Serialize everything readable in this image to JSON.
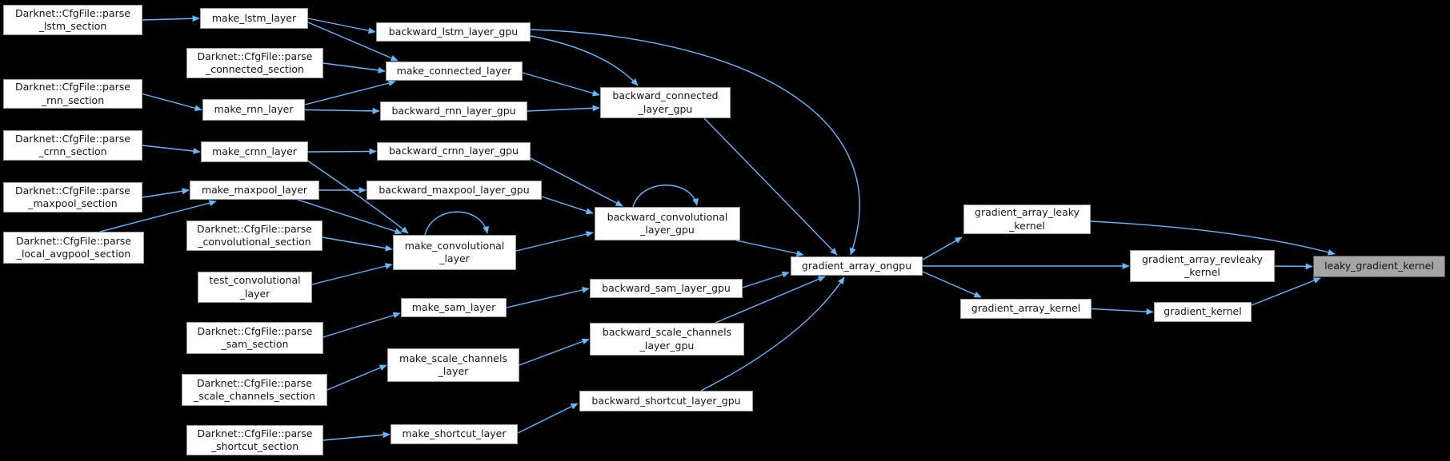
{
  "diagram": {
    "type": "call-graph",
    "target_function": "leaky_gradient_kernel",
    "colors": {
      "background": "#000000",
      "arrow": "#63b8ff",
      "node_fill": "#ffffff",
      "node_border": "#9c9c9c",
      "highlight_fill": "#a5a5a5",
      "highlight_border": "#565656",
      "text": "#151515"
    },
    "nodes": [
      {
        "id": "parse_lstm_section",
        "label": "Darknet::CfgFile::parse\n_lstm_section",
        "highlight": false
      },
      {
        "id": "parse_rnn_section",
        "label": "Darknet::CfgFile::parse\n_rnn_section",
        "highlight": false
      },
      {
        "id": "parse_crnn_section",
        "label": "Darknet::CfgFile::parse\n_crnn_section",
        "highlight": false
      },
      {
        "id": "parse_maxpool_section",
        "label": "Darknet::CfgFile::parse\n_maxpool_section",
        "highlight": false
      },
      {
        "id": "parse_local_avgpool_section",
        "label": "Darknet::CfgFile::parse\n_local_avgpool_section",
        "highlight": false
      },
      {
        "id": "make_lstm_layer",
        "label": "make_lstm_layer",
        "highlight": false
      },
      {
        "id": "parse_connected_section",
        "label": "Darknet::CfgFile::parse\n_connected_section",
        "highlight": false
      },
      {
        "id": "make_rnn_layer",
        "label": "make_rnn_layer",
        "highlight": false
      },
      {
        "id": "make_crnn_layer",
        "label": "make_crnn_layer",
        "highlight": false
      },
      {
        "id": "make_maxpool_layer",
        "label": "make_maxpool_layer",
        "highlight": false
      },
      {
        "id": "parse_convolutional_section",
        "label": "Darknet::CfgFile::parse\n_convolutional_section",
        "highlight": false
      },
      {
        "id": "test_convolutional_layer",
        "label": "test_convolutional\n_layer",
        "highlight": false
      },
      {
        "id": "parse_sam_section",
        "label": "Darknet::CfgFile::parse\n_sam_section",
        "highlight": false
      },
      {
        "id": "parse_scale_channels_section",
        "label": "Darknet::CfgFile::parse\n_scale_channels_section",
        "highlight": false
      },
      {
        "id": "parse_shortcut_section",
        "label": "Darknet::CfgFile::parse\n_shortcut_section",
        "highlight": false
      },
      {
        "id": "backward_lstm_layer_gpu",
        "label": "backward_lstm_layer_gpu",
        "highlight": false
      },
      {
        "id": "make_connected_layer",
        "label": "make_connected_layer",
        "highlight": false
      },
      {
        "id": "backward_rnn_layer_gpu",
        "label": "backward_rnn_layer_gpu",
        "highlight": false
      },
      {
        "id": "backward_crnn_layer_gpu",
        "label": "backward_crnn_layer_gpu",
        "highlight": false
      },
      {
        "id": "backward_maxpool_layer_gpu",
        "label": "backward_maxpool_layer_gpu",
        "highlight": false
      },
      {
        "id": "make_convolutional_layer",
        "label": "make_convolutional\n_layer",
        "highlight": false
      },
      {
        "id": "make_sam_layer",
        "label": "make_sam_layer",
        "highlight": false
      },
      {
        "id": "make_scale_channels_layer",
        "label": "make_scale_channels\n_layer",
        "highlight": false
      },
      {
        "id": "make_shortcut_layer",
        "label": "make_shortcut_layer",
        "highlight": false
      },
      {
        "id": "backward_connected_layer_gpu",
        "label": "backward_connected\n_layer_gpu",
        "highlight": false
      },
      {
        "id": "backward_convolutional_layer_gpu",
        "label": "backward_convolutional\n_layer_gpu",
        "highlight": false
      },
      {
        "id": "backward_sam_layer_gpu",
        "label": "backward_sam_layer_gpu",
        "highlight": false
      },
      {
        "id": "backward_scale_channels_layer_gpu",
        "label": "backward_scale_channels\n_layer_gpu",
        "highlight": false
      },
      {
        "id": "backward_shortcut_layer_gpu",
        "label": "backward_shortcut_layer_gpu",
        "highlight": false
      },
      {
        "id": "gradient_array_ongpu",
        "label": "gradient_array_ongpu",
        "highlight": false
      },
      {
        "id": "gradient_array_leaky_kernel",
        "label": "gradient_array_leaky\n_kernel",
        "highlight": false
      },
      {
        "id": "gradient_array_kernel",
        "label": "gradient_array_kernel",
        "highlight": false
      },
      {
        "id": "gradient_array_revleaky_kernel",
        "label": "gradient_array_revleaky\n_kernel",
        "highlight": false
      },
      {
        "id": "gradient_kernel",
        "label": "gradient_kernel",
        "highlight": false
      },
      {
        "id": "leaky_gradient_kernel",
        "label": "leaky_gradient_kernel",
        "highlight": true
      }
    ],
    "edges": [
      {
        "from": "parse_lstm_section",
        "to": "make_lstm_layer"
      },
      {
        "from": "parse_rnn_section",
        "to": "make_rnn_layer"
      },
      {
        "from": "parse_crnn_section",
        "to": "make_crnn_layer"
      },
      {
        "from": "parse_maxpool_section",
        "to": "make_maxpool_layer"
      },
      {
        "from": "parse_local_avgpool_section",
        "to": "make_maxpool_layer"
      },
      {
        "from": "parse_connected_section",
        "to": "make_connected_layer"
      },
      {
        "from": "make_lstm_layer",
        "to": "backward_lstm_layer_gpu"
      },
      {
        "from": "make_lstm_layer",
        "to": "make_connected_layer"
      },
      {
        "from": "make_rnn_layer",
        "to": "make_connected_layer"
      },
      {
        "from": "make_rnn_layer",
        "to": "backward_rnn_layer_gpu"
      },
      {
        "from": "make_crnn_layer",
        "to": "backward_crnn_layer_gpu"
      },
      {
        "from": "make_crnn_layer",
        "to": "make_convolutional_layer"
      },
      {
        "from": "make_maxpool_layer",
        "to": "backward_maxpool_layer_gpu"
      },
      {
        "from": "make_maxpool_layer",
        "to": "make_convolutional_layer"
      },
      {
        "from": "parse_convolutional_section",
        "to": "make_convolutional_layer"
      },
      {
        "from": "test_convolutional_layer",
        "to": "make_convolutional_layer"
      },
      {
        "from": "make_convolutional_layer",
        "to": "make_convolutional_layer"
      },
      {
        "from": "parse_sam_section",
        "to": "make_sam_layer"
      },
      {
        "from": "parse_scale_channels_section",
        "to": "make_scale_channels_layer"
      },
      {
        "from": "parse_shortcut_section",
        "to": "make_shortcut_layer"
      },
      {
        "from": "make_connected_layer",
        "to": "backward_connected_layer_gpu"
      },
      {
        "from": "backward_rnn_layer_gpu",
        "to": "backward_connected_layer_gpu"
      },
      {
        "from": "backward_lstm_layer_gpu",
        "to": "backward_connected_layer_gpu"
      },
      {
        "from": "backward_lstm_layer_gpu",
        "to": "gradient_array_ongpu"
      },
      {
        "from": "backward_connected_layer_gpu",
        "to": "gradient_array_ongpu"
      },
      {
        "from": "backward_crnn_layer_gpu",
        "to": "backward_convolutional_layer_gpu"
      },
      {
        "from": "backward_maxpool_layer_gpu",
        "to": "backward_convolutional_layer_gpu"
      },
      {
        "from": "make_convolutional_layer",
        "to": "backward_convolutional_layer_gpu"
      },
      {
        "from": "backward_convolutional_layer_gpu",
        "to": "backward_convolutional_layer_gpu"
      },
      {
        "from": "backward_convolutional_layer_gpu",
        "to": "gradient_array_ongpu"
      },
      {
        "from": "make_sam_layer",
        "to": "backward_sam_layer_gpu"
      },
      {
        "from": "make_scale_channels_layer",
        "to": "backward_scale_channels_layer_gpu"
      },
      {
        "from": "make_shortcut_layer",
        "to": "backward_shortcut_layer_gpu"
      },
      {
        "from": "backward_sam_layer_gpu",
        "to": "gradient_array_ongpu"
      },
      {
        "from": "backward_scale_channels_layer_gpu",
        "to": "gradient_array_ongpu"
      },
      {
        "from": "backward_shortcut_layer_gpu",
        "to": "gradient_array_ongpu"
      },
      {
        "from": "gradient_array_ongpu",
        "to": "gradient_array_leaky_kernel"
      },
      {
        "from": "gradient_array_ongpu",
        "to": "gradient_array_revleaky_kernel"
      },
      {
        "from": "gradient_array_ongpu",
        "to": "gradient_array_kernel"
      },
      {
        "from": "gradient_array_leaky_kernel",
        "to": "leaky_gradient_kernel"
      },
      {
        "from": "gradient_array_revleaky_kernel",
        "to": "leaky_gradient_kernel"
      },
      {
        "from": "gradient_array_kernel",
        "to": "gradient_kernel"
      },
      {
        "from": "gradient_kernel",
        "to": "leaky_gradient_kernel"
      }
    ]
  }
}
